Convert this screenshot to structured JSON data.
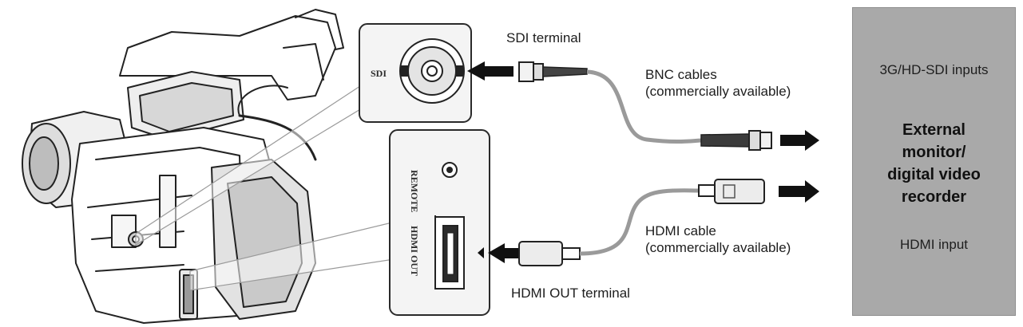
{
  "labels": {
    "sdi_terminal": "SDI terminal",
    "bnc_cables": "BNC cables",
    "bnc_cables_note": "(commercially available)",
    "hdmi_cable": "HDMI cable",
    "hdmi_cable_note": "(commercially available)",
    "hdmi_out_terminal": "HDMI OUT terminal"
  },
  "panel_text": {
    "sdi": "SDI",
    "remote": "REMOTE",
    "hdmi_out": "HDMI OUT"
  },
  "external_device": {
    "sdi_inputs": "3G/HD-SDI inputs",
    "name_lines": [
      "External",
      "monitor/",
      "digital video",
      "recorder"
    ],
    "hdmi_input": "HDMI input"
  },
  "colors": {
    "device_box": "#a9a9a9",
    "cable": "#9a9a9a",
    "arrow": "#111111",
    "line_art": "#222222",
    "panel_fill": "#f4f4f4"
  }
}
